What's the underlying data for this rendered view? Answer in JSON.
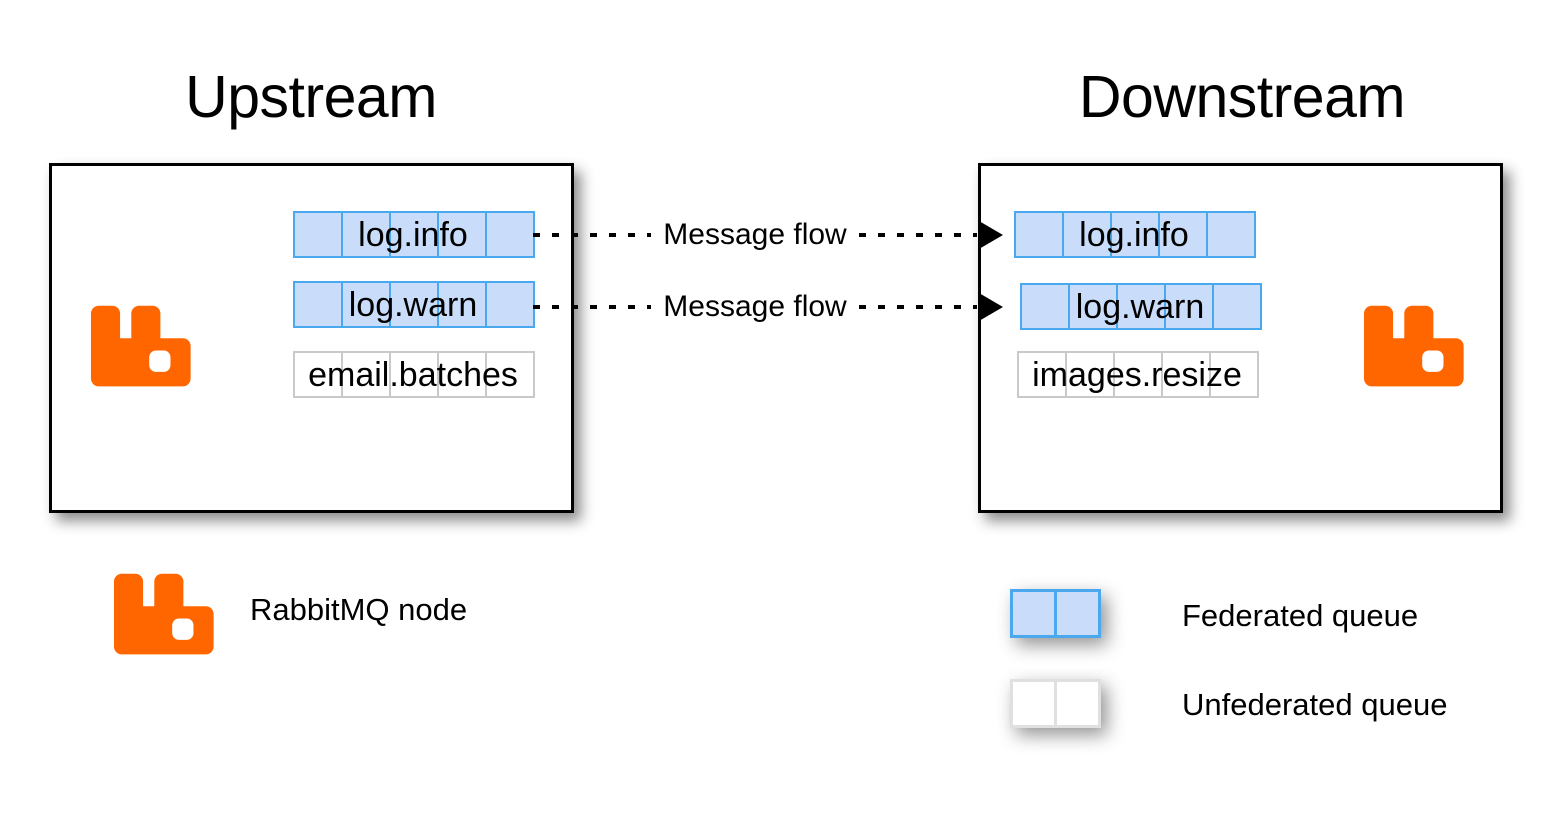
{
  "diagram": {
    "title_upstream": "Upstream",
    "title_downstream": "Downstream"
  },
  "upstream": {
    "queues": [
      {
        "name": "log.info",
        "type": "federated",
        "cells": 5
      },
      {
        "name": "log.warn",
        "type": "federated",
        "cells": 5
      },
      {
        "name": "email.batches",
        "type": "unfederated",
        "cells": 5
      }
    ]
  },
  "downstream": {
    "queues": [
      {
        "name": "log.info",
        "type": "federated",
        "cells": 5
      },
      {
        "name": "log.warn",
        "type": "federated",
        "cells": 5
      },
      {
        "name": "images.resize",
        "type": "unfederated",
        "cells": 5
      }
    ]
  },
  "flows": [
    {
      "label": "Message flow",
      "from": "log.info",
      "to": "log.info"
    },
    {
      "label": "Message flow",
      "from": "log.warn",
      "to": "log.warn"
    }
  ],
  "legend": [
    {
      "key": "rabbitmq-node",
      "label": "RabbitMQ node"
    },
    {
      "key": "federated-queue",
      "label": "Federated queue"
    },
    {
      "key": "unfederated-queue",
      "label": "Unfederated queue"
    }
  ],
  "colors": {
    "rabbitmq_orange": "#FF6600",
    "federated_fill": "#C9DDFB",
    "federated_border": "#4AA8EF",
    "unfederated_fill": "#FFFFFF",
    "unfederated_border": "#C9C9C9",
    "node_border": "#000000",
    "text": "#000000"
  }
}
